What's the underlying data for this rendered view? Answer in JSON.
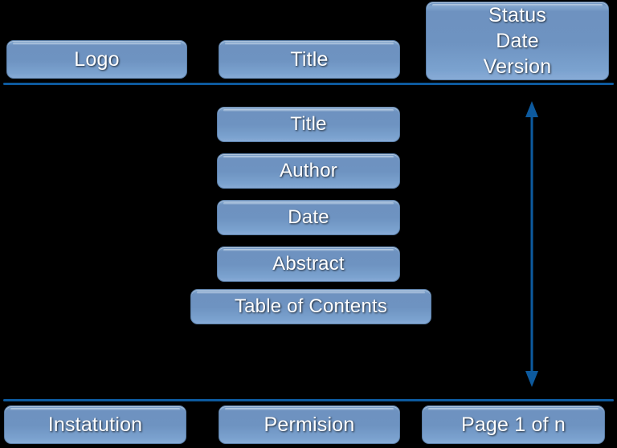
{
  "colors": {
    "background": "#000000",
    "box_fill_top": "#6d93bf",
    "box_fill_bottom": "#88abd6",
    "box_border": "#5b7fa8",
    "rule": "#0d5a9e",
    "arrow": "#0d5a9e",
    "text": "#ffffff"
  },
  "header": {
    "logo_label": "Logo",
    "title_label": "Title",
    "status_label": "Status\nDate\nVersion",
    "status_lines": [
      "Status",
      "Date",
      "Version"
    ]
  },
  "body": {
    "blocks": [
      {
        "label": "Title"
      },
      {
        "label": "Author"
      },
      {
        "label": "Date"
      },
      {
        "label": "Abstract"
      },
      {
        "label": "Table of Contents"
      }
    ],
    "extent_arrow": "double-headed-vertical-arrow"
  },
  "footer": {
    "institution_label": "Instatution",
    "permission_label": "Permision",
    "page_label": "Page 1 of n"
  },
  "rules": {
    "top": "header-divider",
    "bottom": "footer-divider"
  }
}
